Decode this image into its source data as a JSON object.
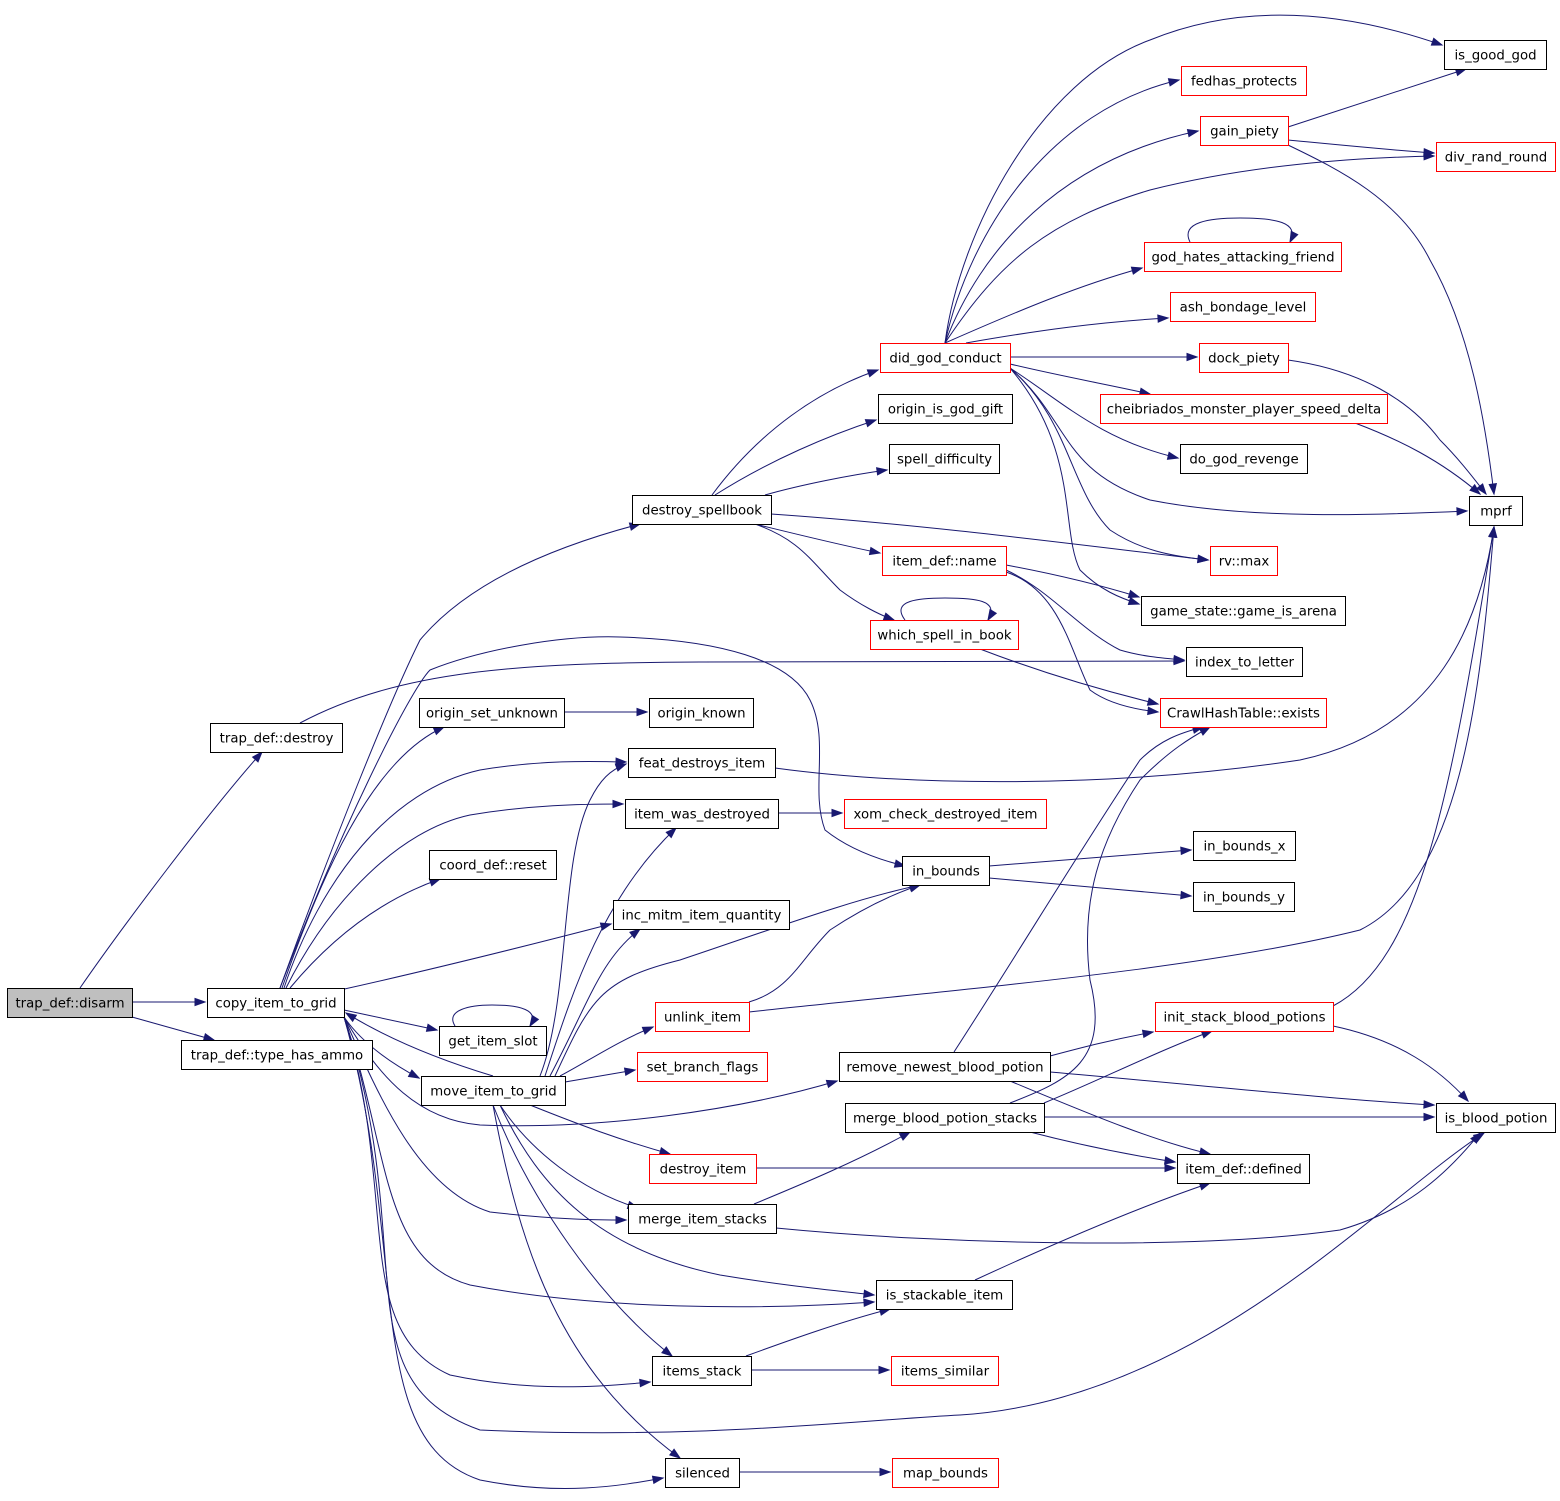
{
  "graph": {
    "colors": {
      "edge": "#191970",
      "border_default": "#000000",
      "border_truncated": "#ff0000",
      "root_fill": "#bfbfbf",
      "node_fill": "#ffffff"
    },
    "nodes": [
      {
        "id": "trap_def_disarm",
        "label": "trap_def::disarm",
        "root": true
      },
      {
        "id": "trap_def_destroy",
        "label": "trap_def::destroy"
      },
      {
        "id": "copy_item_to_grid",
        "label": "copy_item_to_grid"
      },
      {
        "id": "trap_def_type_has_ammo",
        "label": "trap_def::type_has_ammo"
      },
      {
        "id": "destroy_spellbook",
        "label": "destroy_spellbook"
      },
      {
        "id": "origin_set_unknown",
        "label": "origin_set_unknown"
      },
      {
        "id": "origin_known",
        "label": "origin_known"
      },
      {
        "id": "feat_destroys_item",
        "label": "feat_destroys_item"
      },
      {
        "id": "item_was_destroyed",
        "label": "item_was_destroyed"
      },
      {
        "id": "xom_check_destroyed_item",
        "label": "xom_check_destroyed_item",
        "truncated": true
      },
      {
        "id": "coord_def_reset",
        "label": "coord_def::reset"
      },
      {
        "id": "in_bounds",
        "label": "in_bounds"
      },
      {
        "id": "in_bounds_x",
        "label": "in_bounds_x"
      },
      {
        "id": "in_bounds_y",
        "label": "in_bounds_y"
      },
      {
        "id": "inc_mitm_item_quantity",
        "label": "inc_mitm_item_quantity"
      },
      {
        "id": "unlink_item",
        "label": "unlink_item",
        "truncated": true
      },
      {
        "id": "get_item_slot",
        "label": "get_item_slot"
      },
      {
        "id": "move_item_to_grid",
        "label": "move_item_to_grid"
      },
      {
        "id": "set_branch_flags",
        "label": "set_branch_flags",
        "truncated": true
      },
      {
        "id": "destroy_item",
        "label": "destroy_item",
        "truncated": true
      },
      {
        "id": "merge_item_stacks",
        "label": "merge_item_stacks"
      },
      {
        "id": "is_stackable_item",
        "label": "is_stackable_item"
      },
      {
        "id": "items_stack",
        "label": "items_stack"
      },
      {
        "id": "items_similar",
        "label": "items_similar",
        "truncated": true
      },
      {
        "id": "silenced",
        "label": "silenced"
      },
      {
        "id": "map_bounds",
        "label": "map_bounds",
        "truncated": true
      },
      {
        "id": "did_god_conduct",
        "label": "did_god_conduct",
        "truncated": true
      },
      {
        "id": "origin_is_god_gift",
        "label": "origin_is_god_gift"
      },
      {
        "id": "spell_difficulty",
        "label": "spell_difficulty"
      },
      {
        "id": "item_def_name",
        "label": "item_def::name",
        "truncated": true
      },
      {
        "id": "which_spell_in_book",
        "label": "which_spell_in_book",
        "truncated": true
      },
      {
        "id": "remove_newest_blood_potion",
        "label": "remove_newest_blood_potion"
      },
      {
        "id": "merge_blood_potion_stacks",
        "label": "merge_blood_potion_stacks"
      },
      {
        "id": "is_good_god",
        "label": "is_good_god"
      },
      {
        "id": "fedhas_protects",
        "label": "fedhas_protects",
        "truncated": true
      },
      {
        "id": "gain_piety",
        "label": "gain_piety",
        "truncated": true
      },
      {
        "id": "div_rand_round",
        "label": "div_rand_round",
        "truncated": true
      },
      {
        "id": "god_hates_attacking_friend",
        "label": "god_hates_attacking_friend",
        "truncated": true
      },
      {
        "id": "ash_bondage_level",
        "label": "ash_bondage_level",
        "truncated": true
      },
      {
        "id": "dock_piety",
        "label": "dock_piety",
        "truncated": true
      },
      {
        "id": "cheibriados_monster_player_speed_delta",
        "label": "cheibriados_monster_player_speed_delta",
        "truncated": true
      },
      {
        "id": "do_god_revenge",
        "label": "do_god_revenge"
      },
      {
        "id": "mprf",
        "label": "mprf"
      },
      {
        "id": "rv_max",
        "label": "rv::max",
        "truncated": true
      },
      {
        "id": "game_state_game_is_arena",
        "label": "game_state::game_is_arena"
      },
      {
        "id": "index_to_letter",
        "label": "index_to_letter"
      },
      {
        "id": "crawlhashtable_exists",
        "label": "CrawlHashTable::exists",
        "truncated": true
      },
      {
        "id": "init_stack_blood_potions",
        "label": "init_stack_blood_potions",
        "truncated": true
      },
      {
        "id": "is_blood_potion",
        "label": "is_blood_potion"
      },
      {
        "id": "item_def_defined",
        "label": "item_def::defined"
      }
    ],
    "edges": [
      [
        "trap_def_disarm",
        "trap_def_destroy"
      ],
      [
        "trap_def_disarm",
        "copy_item_to_grid"
      ],
      [
        "trap_def_disarm",
        "trap_def_type_has_ammo"
      ],
      [
        "trap_def_destroy",
        "index_to_letter"
      ],
      [
        "copy_item_to_grid",
        "destroy_spellbook"
      ],
      [
        "copy_item_to_grid",
        "in_bounds"
      ],
      [
        "copy_item_to_grid",
        "origin_set_unknown"
      ],
      [
        "copy_item_to_grid",
        "feat_destroys_item"
      ],
      [
        "copy_item_to_grid",
        "item_was_destroyed"
      ],
      [
        "copy_item_to_grid",
        "coord_def_reset"
      ],
      [
        "copy_item_to_grid",
        "inc_mitm_item_quantity"
      ],
      [
        "copy_item_to_grid",
        "get_item_slot"
      ],
      [
        "copy_item_to_grid",
        "move_item_to_grid"
      ],
      [
        "copy_item_to_grid",
        "merge_item_stacks"
      ],
      [
        "copy_item_to_grid",
        "is_stackable_item"
      ],
      [
        "copy_item_to_grid",
        "items_stack"
      ],
      [
        "copy_item_to_grid",
        "silenced"
      ],
      [
        "copy_item_to_grid",
        "remove_newest_blood_potion"
      ],
      [
        "copy_item_to_grid",
        "is_blood_potion"
      ],
      [
        "origin_set_unknown",
        "origin_known"
      ],
      [
        "item_was_destroyed",
        "xom_check_destroyed_item"
      ],
      [
        "get_item_slot",
        "get_item_slot"
      ],
      [
        "move_item_to_grid",
        "copy_item_to_grid"
      ],
      [
        "move_item_to_grid",
        "feat_destroys_item"
      ],
      [
        "move_item_to_grid",
        "item_was_destroyed"
      ],
      [
        "move_item_to_grid",
        "inc_mitm_item_quantity"
      ],
      [
        "move_item_to_grid",
        "in_bounds"
      ],
      [
        "move_item_to_grid",
        "unlink_item"
      ],
      [
        "move_item_to_grid",
        "set_branch_flags"
      ],
      [
        "move_item_to_grid",
        "destroy_item"
      ],
      [
        "move_item_to_grid",
        "merge_item_stacks"
      ],
      [
        "move_item_to_grid",
        "is_stackable_item"
      ],
      [
        "move_item_to_grid",
        "items_stack"
      ],
      [
        "move_item_to_grid",
        "silenced"
      ],
      [
        "feat_destroys_item",
        "mprf"
      ],
      [
        "in_bounds",
        "in_bounds_x"
      ],
      [
        "in_bounds",
        "in_bounds_y"
      ],
      [
        "unlink_item",
        "in_bounds"
      ],
      [
        "unlink_item",
        "mprf"
      ],
      [
        "destroy_item",
        "item_def_defined"
      ],
      [
        "merge_item_stacks",
        "merge_blood_potion_stacks"
      ],
      [
        "merge_item_stacks",
        "is_blood_potion"
      ],
      [
        "is_stackable_item",
        "item_def_defined"
      ],
      [
        "items_stack",
        "is_stackable_item"
      ],
      [
        "items_stack",
        "items_similar"
      ],
      [
        "silenced",
        "map_bounds"
      ],
      [
        "destroy_spellbook",
        "did_god_conduct"
      ],
      [
        "destroy_spellbook",
        "origin_is_god_gift"
      ],
      [
        "destroy_spellbook",
        "spell_difficulty"
      ],
      [
        "destroy_spellbook",
        "item_def_name"
      ],
      [
        "destroy_spellbook",
        "which_spell_in_book"
      ],
      [
        "destroy_spellbook",
        "rv_max"
      ],
      [
        "item_def_name",
        "game_state_game_is_arena"
      ],
      [
        "item_def_name",
        "index_to_letter"
      ],
      [
        "item_def_name",
        "crawlhashtable_exists"
      ],
      [
        "which_spell_in_book",
        "which_spell_in_book"
      ],
      [
        "which_spell_in_book",
        "crawlhashtable_exists"
      ],
      [
        "did_god_conduct",
        "is_good_god"
      ],
      [
        "did_god_conduct",
        "fedhas_protects"
      ],
      [
        "did_god_conduct",
        "gain_piety"
      ],
      [
        "did_god_conduct",
        "div_rand_round"
      ],
      [
        "did_god_conduct",
        "god_hates_attacking_friend"
      ],
      [
        "did_god_conduct",
        "ash_bondage_level"
      ],
      [
        "did_god_conduct",
        "dock_piety"
      ],
      [
        "did_god_conduct",
        "cheibriados_monster_player_speed_delta"
      ],
      [
        "did_god_conduct",
        "do_god_revenge"
      ],
      [
        "did_god_conduct",
        "mprf"
      ],
      [
        "did_god_conduct",
        "rv_max"
      ],
      [
        "did_god_conduct",
        "game_state_game_is_arena"
      ],
      [
        "gain_piety",
        "is_good_god"
      ],
      [
        "gain_piety",
        "div_rand_round"
      ],
      [
        "gain_piety",
        "mprf"
      ],
      [
        "god_hates_attacking_friend",
        "god_hates_attacking_friend"
      ],
      [
        "dock_piety",
        "mprf"
      ],
      [
        "cheibriados_monster_player_speed_delta",
        "mprf"
      ],
      [
        "remove_newest_blood_potion",
        "crawlhashtable_exists"
      ],
      [
        "remove_newest_blood_potion",
        "init_stack_blood_potions"
      ],
      [
        "remove_newest_blood_potion",
        "is_blood_potion"
      ],
      [
        "remove_newest_blood_potion",
        "item_def_defined"
      ],
      [
        "merge_blood_potion_stacks",
        "crawlhashtable_exists"
      ],
      [
        "merge_blood_potion_stacks",
        "init_stack_blood_potions"
      ],
      [
        "merge_blood_potion_stacks",
        "is_blood_potion"
      ],
      [
        "merge_blood_potion_stacks",
        "item_def_defined"
      ],
      [
        "init_stack_blood_potions",
        "mprf"
      ],
      [
        "init_stack_blood_potions",
        "is_blood_potion"
      ]
    ]
  }
}
